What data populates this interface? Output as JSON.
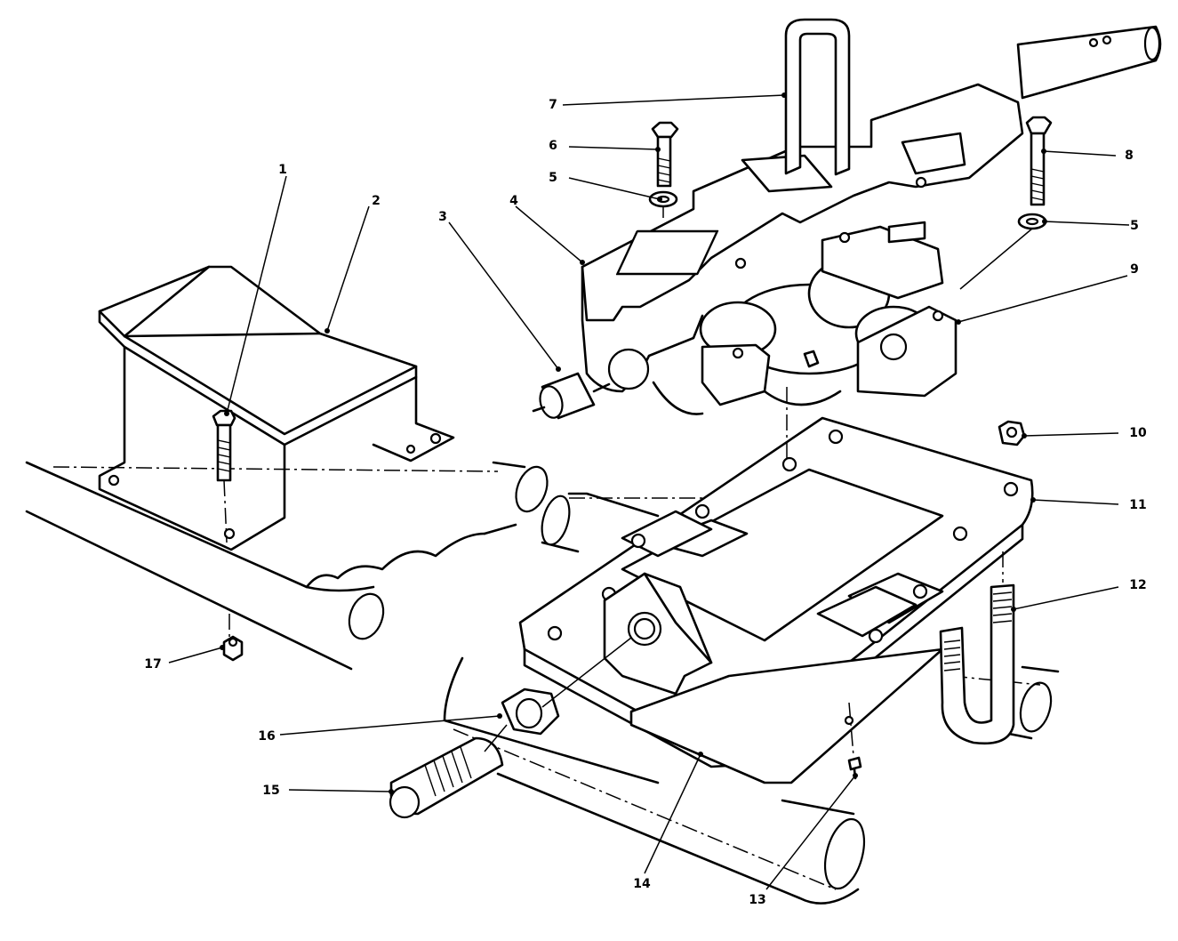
{
  "callouts": [
    {
      "id": "c1",
      "label": "1"
    },
    {
      "id": "c2",
      "label": "2"
    },
    {
      "id": "c3",
      "label": "3"
    },
    {
      "id": "c4",
      "label": "4"
    },
    {
      "id": "c5a",
      "label": "5"
    },
    {
      "id": "c5b",
      "label": "5"
    },
    {
      "id": "c6",
      "label": "6"
    },
    {
      "id": "c7",
      "label": "7"
    },
    {
      "id": "c8",
      "label": "8"
    },
    {
      "id": "c9",
      "label": "9"
    },
    {
      "id": "c10",
      "label": "10"
    },
    {
      "id": "c11",
      "label": "11"
    },
    {
      "id": "c12",
      "label": "12"
    },
    {
      "id": "c13",
      "label": "13"
    },
    {
      "id": "c14",
      "label": "14"
    },
    {
      "id": "c15",
      "label": "15"
    },
    {
      "id": "c16",
      "label": "16"
    },
    {
      "id": "c17",
      "label": "17"
    }
  ]
}
